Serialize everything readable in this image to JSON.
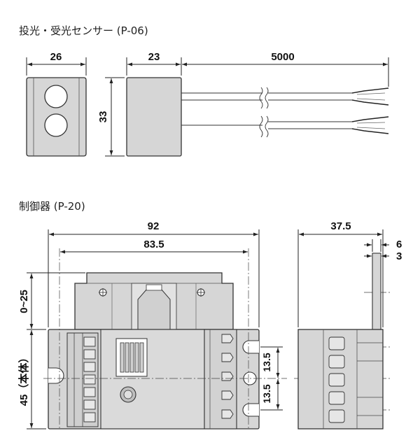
{
  "sensor": {
    "title": "投光・受光センサー (P-06)",
    "dim_width_front": "26",
    "dim_depth": "23",
    "dim_cable": "5000",
    "dim_height": "33"
  },
  "controller": {
    "title": "制御器 (P-20)",
    "dim_overall_width": "92",
    "dim_hole_pitch": "83.5",
    "dim_side_depth": "37.5",
    "dim_side_6": "6",
    "dim_side_3": "3",
    "dim_adjust": "0~25",
    "dim_body_height": "45（本体）",
    "dim_pitch_upper": "13.5",
    "dim_pitch_lower": "13.5"
  },
  "colors": {
    "body_fill": "#d6d6d6",
    "body_stroke": "#333333",
    "line": "#222222"
  }
}
